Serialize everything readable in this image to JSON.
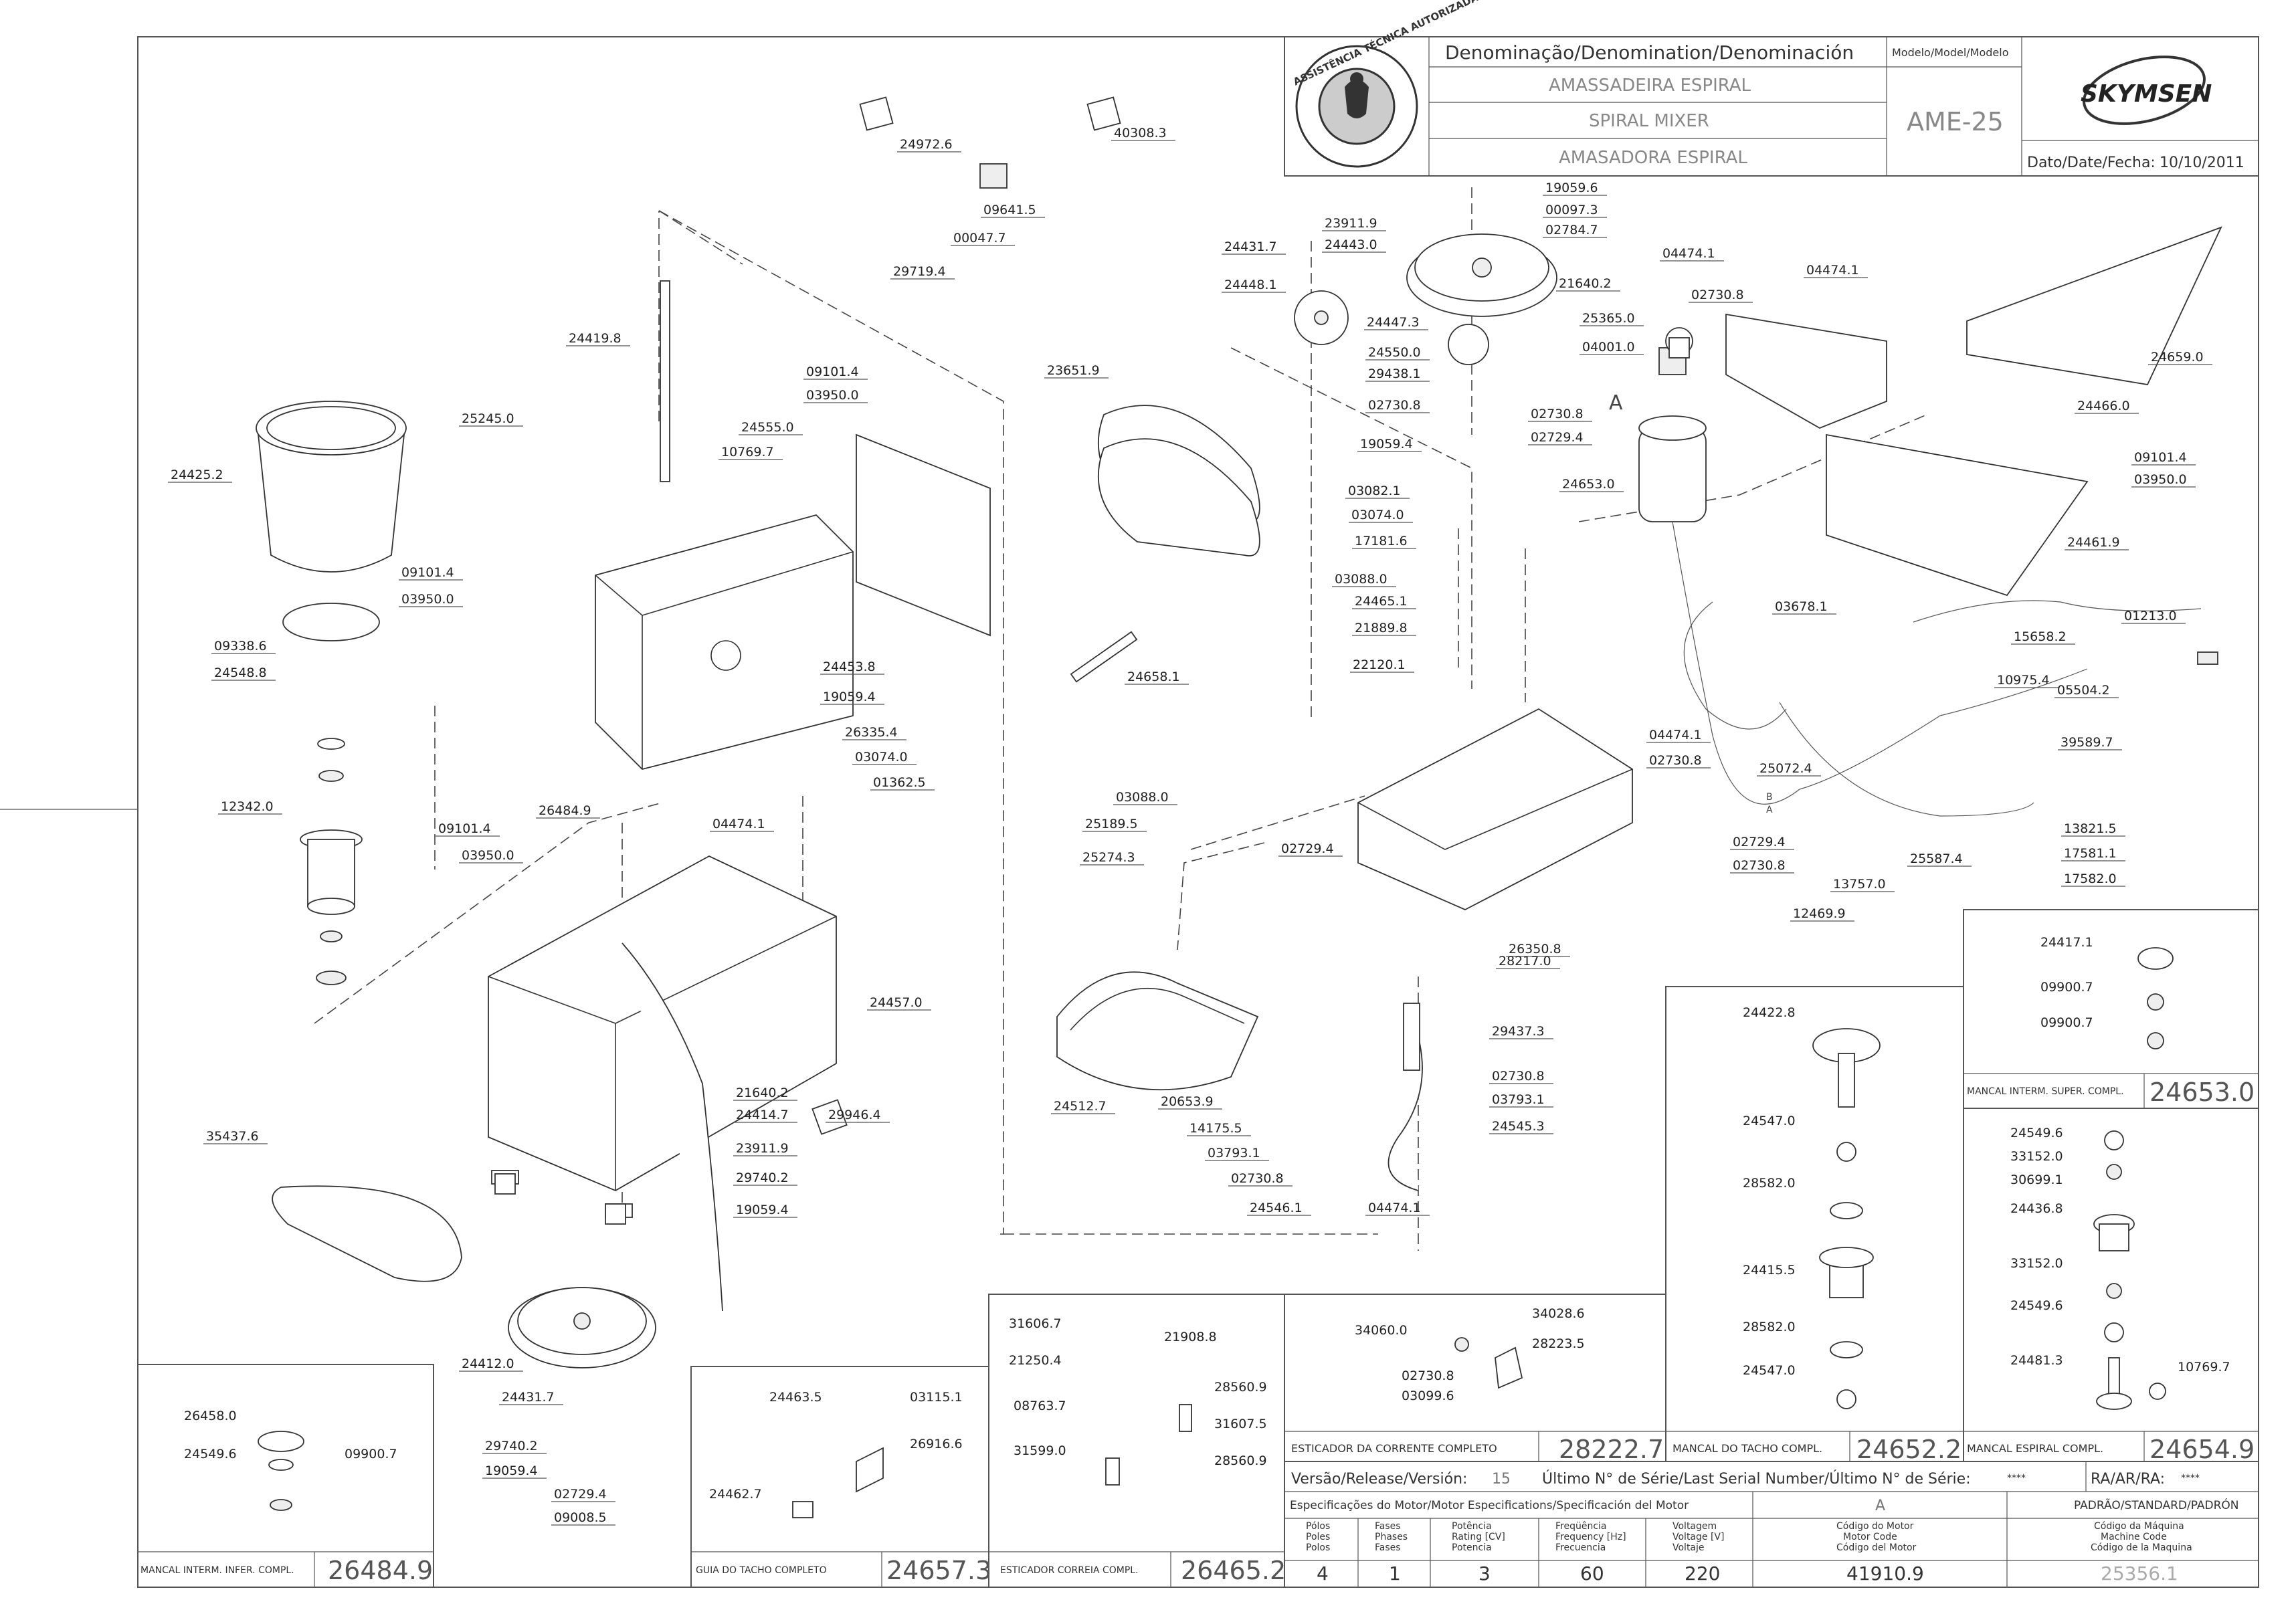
{
  "title_block": {
    "denomination_header": "Denominação/Denomination/Denominación",
    "model_header": "Modelo/Model/Modelo",
    "name_pt": "AMASSADEIRA ESPIRAL",
    "name_en": "SPIRAL MIXER",
    "name_es": "AMASADORA ESPIRAL",
    "model": "AME-25",
    "brand": "SKYMSEN",
    "date_label": "Dato/Date/Fecha:",
    "date_value": "10/10/2011",
    "seal_text": "ASSISTÊNCIA TÉCNICA AUTORIZADA"
  },
  "part_labels": [
    "24972.6",
    "40308.3",
    "09641.5",
    "00047.7",
    "29719.4",
    "24419.8",
    "09101.4",
    "03950.0",
    "24555.0",
    "10769.7",
    "25245.0",
    "24425.2",
    "09101.4",
    "03950.0",
    "09338.6",
    "24548.8",
    "24453.8",
    "19059.4",
    "26335.4",
    "03074.0",
    "01362.5",
    "26484.9",
    "04474.1",
    "09101.4",
    "03950.0",
    "12342.0",
    "24457.0",
    "21640.2",
    "24414.7",
    "23911.9",
    "29740.2",
    "19059.4",
    "29946.4",
    "35437.6",
    "24412.0",
    "24431.7",
    "29740.2",
    "19059.4",
    "02729.4",
    "09008.5",
    "23651.9",
    "24658.1",
    "03088.0",
    "25189.5",
    "25274.3",
    "24512.7",
    "20653.9",
    "14175.5",
    "03793.1",
    "02730.8",
    "24546.1",
    "04474.1",
    "24431.7",
    "23911.9",
    "24443.0",
    "24448.1",
    "24447.3",
    "24550.0",
    "29438.1",
    "02730.8",
    "19059.4",
    "03082.1",
    "03074.0",
    "17181.6",
    "03088.0",
    "24465.1",
    "21889.8",
    "22120.1",
    "19059.6",
    "00097.3",
    "02784.7",
    "21640.2",
    "25365.0",
    "04001.0",
    "02730.8",
    "02729.4",
    "24653.0",
    "04474.1",
    "02730.8",
    "04474.1",
    "24659.0",
    "24466.0",
    "09101.4",
    "03950.0",
    "24461.9",
    "03678.1",
    "01213.0",
    "15658.2",
    "10975.4",
    "05504.2",
    "39589.7",
    "25072.4",
    "04474.1",
    "02730.8",
    "02729.4",
    "02729.4",
    "02730.8",
    "26350.8",
    "28217.0",
    "29437.3",
    "02730.8",
    "03793.1",
    "24545.3",
    "13757.0",
    "12469.9",
    "25587.4",
    "13821.5",
    "17581.1",
    "17582.0"
  ],
  "sub_assemblies": {
    "lower_bearing": {
      "labels": [
        "26458.0",
        "24549.6",
        "09900.7"
      ],
      "name": "MANCAL INTERM. INFER. COMPL.",
      "code": "26484.9"
    },
    "bowl_guide": {
      "labels": [
        "24463.5",
        "03115.1",
        "26916.6",
        "24462.7"
      ],
      "name": "GUIA DO TACHO COMPLETO",
      "code": "24657.3"
    },
    "belt_tensioner": {
      "labels": [
        "31606.7",
        "21908.8",
        "21250.4",
        "28560.9",
        "08763.7",
        "31607.5",
        "31599.0",
        "28560.9"
      ],
      "name": "ESTICADOR CORREIA COMPL.",
      "code": "26465.2"
    },
    "chain_tensioner": {
      "labels": [
        "34060.0",
        "34028.6",
        "28223.5",
        "02730.8",
        "03099.6"
      ],
      "name": "ESTICADOR DA CORRENTE COMPLETO",
      "code": "28222.7"
    },
    "bowl_bearing": {
      "labels": [
        "24422.8",
        "24547.0",
        "28582.0",
        "24415.5",
        "28582.0",
        "24547.0"
      ],
      "name": "MANCAL DO TACHO COMPL.",
      "code": "24652.2"
    },
    "upper_bearing": {
      "labels": [
        "24417.1",
        "09900.7",
        "09900.7"
      ],
      "name": "MANCAL INTERM. SUPER. COMPL.",
      "code": "24653.0"
    },
    "spiral_bearing": {
      "labels": [
        "24549.6",
        "33152.0",
        "30699.1",
        "24436.8",
        "33152.0",
        "24549.6",
        "24481.3",
        "10769.7"
      ],
      "name": "MANCAL ESPIRAL COMPL.",
      "code": "24654.9"
    }
  },
  "info_block": {
    "version_label": "Versão/Release/Versión:",
    "version_value": "15",
    "serial_label": "Último N° de Série/Last Serial Number/Último N° de Série:",
    "serial_value": "****",
    "ra_label": "RA/AR/RA:",
    "ra_value": "****",
    "motor_spec_header": "Especificações do Motor/Motor Especifications/Specificación del Motor",
    "col_a": "A",
    "std_header": "PADRÃO/STANDARD/PADRÓN",
    "columns": [
      {
        "head": [
          "Pólos",
          "Poles",
          "Polos"
        ],
        "value": "4"
      },
      {
        "head": [
          "Fases",
          "Phases",
          "Fases"
        ],
        "value": "1"
      },
      {
        "head": [
          "Potência",
          "Rating [CV]",
          "Potencia"
        ],
        "value": "3"
      },
      {
        "head": [
          "Freqüência",
          "Frequency [Hz]",
          "Frecuencia"
        ],
        "value": "60"
      },
      {
        "head": [
          "Voltagem",
          "Voltage [V]",
          "Voltaje"
        ],
        "value": "220"
      },
      {
        "head": [
          "Código do Motor",
          "Motor Code",
          "Código del Motor"
        ],
        "value": "41910.9"
      },
      {
        "head": [
          "Código da Máquina",
          "Machine Code",
          "Código de la Maquina"
        ],
        "value": "25356.1"
      }
    ]
  },
  "markers": {
    "a_label": "A",
    "b_label": "B"
  }
}
